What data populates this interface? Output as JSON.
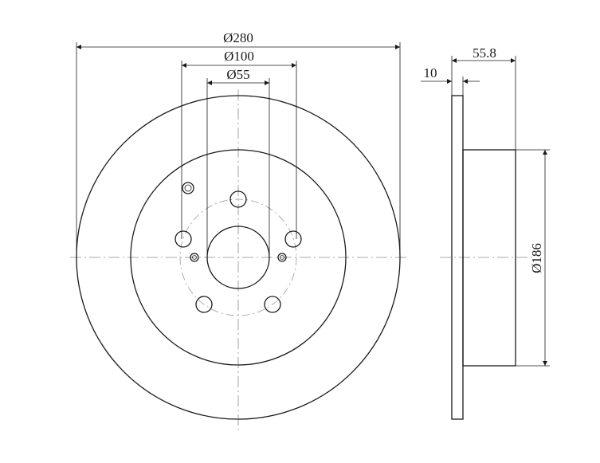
{
  "front_view": {
    "outer_diameter_label": "Ø280",
    "bolt_circle_label": "Ø100",
    "center_bore_label": "Ø55"
  },
  "side_view": {
    "overall_height_label": "55.8",
    "disc_thickness_label": "10",
    "hat_diameter_label": "Ø186"
  },
  "colors": {
    "line": "#1a1a1a",
    "center_line": "#8a8a8a",
    "background": "#ffffff"
  }
}
